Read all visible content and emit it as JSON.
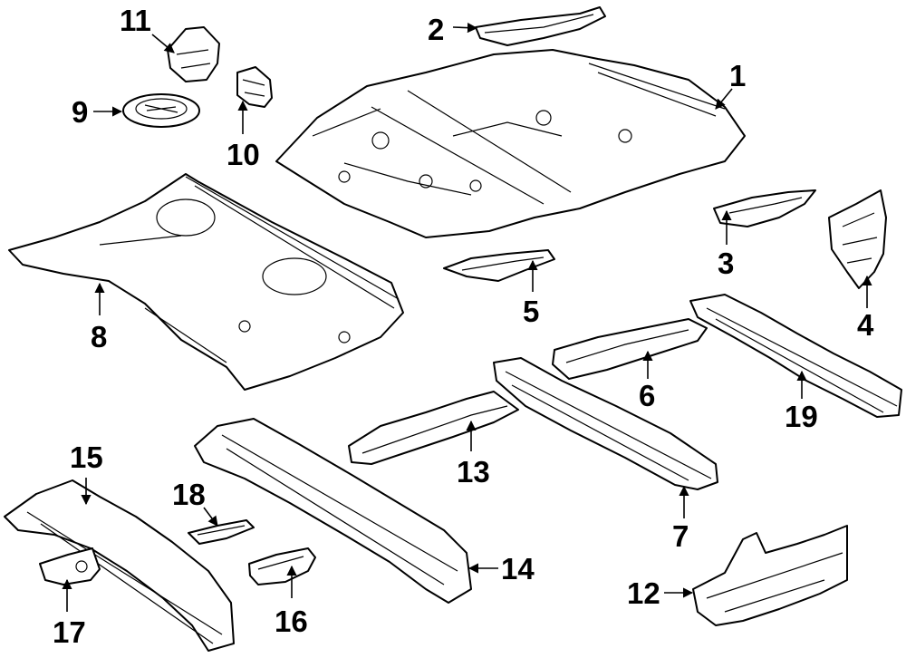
{
  "callouts": {
    "c1": "1",
    "c2": "2",
    "c3": "3",
    "c4": "4",
    "c5": "5",
    "c6": "6",
    "c7": "7",
    "c8": "8",
    "c9": "9",
    "c10": "10",
    "c11": "11",
    "c12": "12",
    "c13": "13",
    "c14": "14",
    "c15": "15",
    "c16": "16",
    "c17": "17",
    "c18": "18",
    "c19": "19"
  },
  "colors": {
    "line": "#000000",
    "background": "#ffffff"
  }
}
